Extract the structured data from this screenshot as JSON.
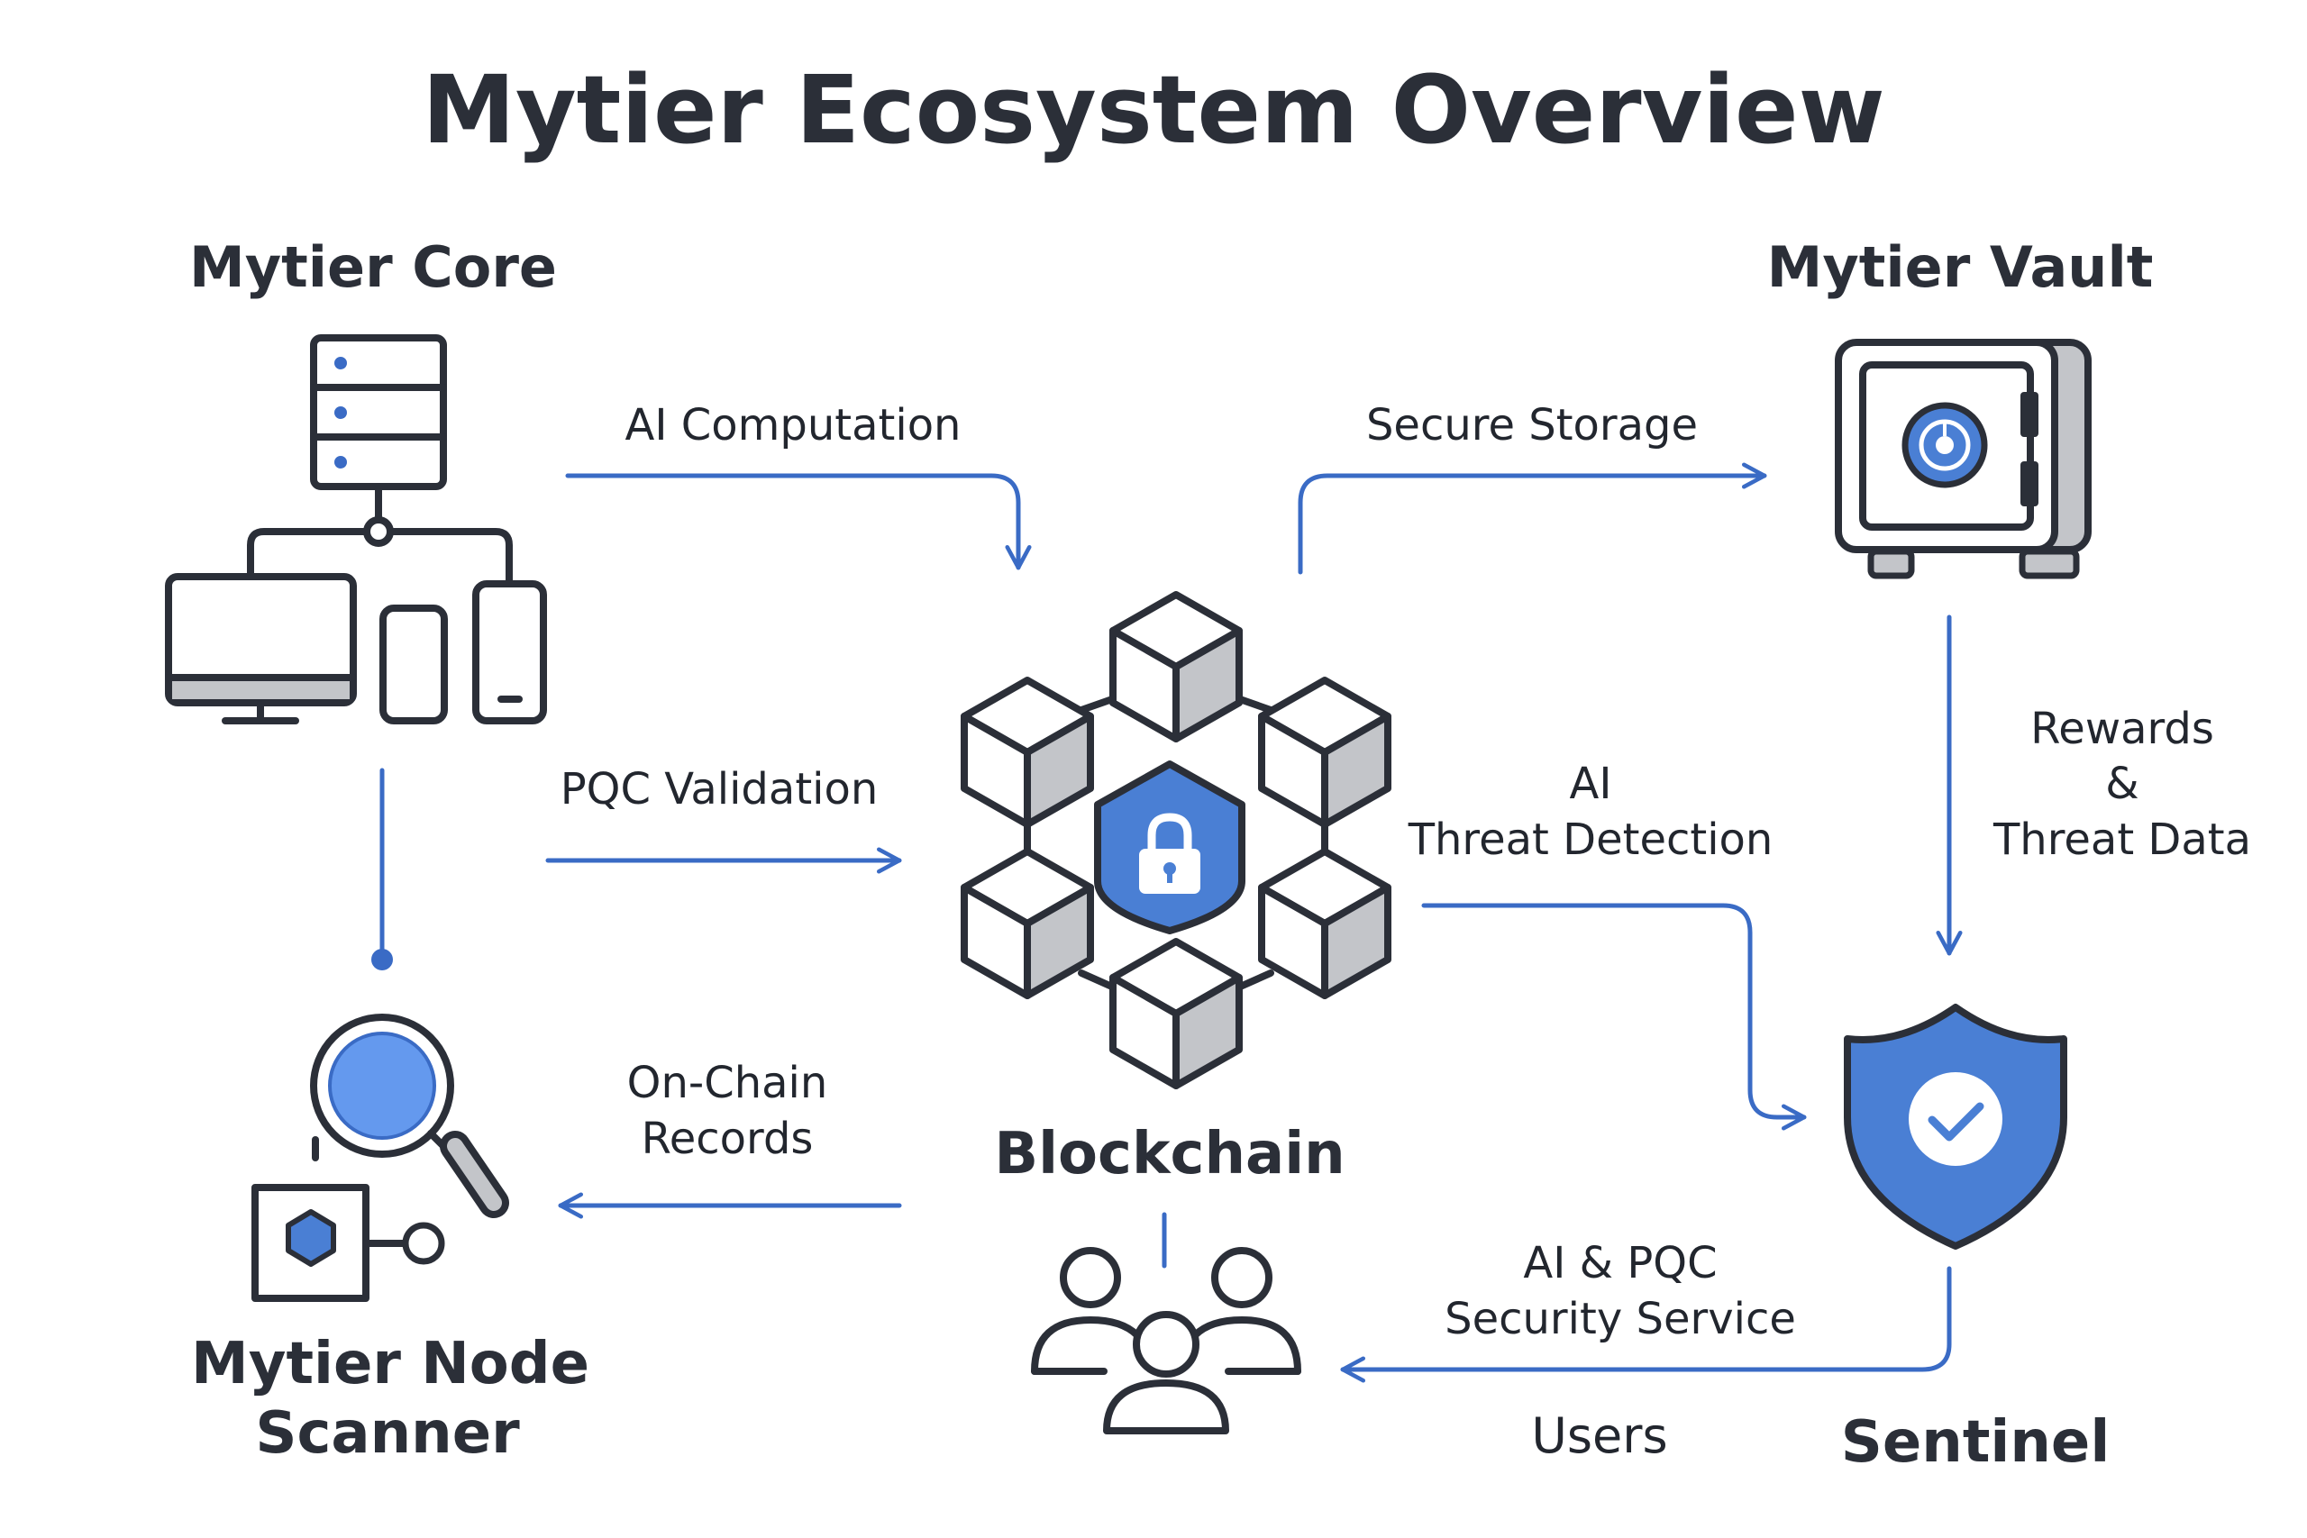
{
  "title": "Mytier Ecosystem Overview",
  "nodes": {
    "core": "Mytier Core",
    "vault": "Mytier Vault",
    "blockchain": "Blockchain",
    "scanner_line1": "Mytier Node",
    "scanner_line2": "Scanner",
    "sentinel": "Sentinel",
    "users": "Users"
  },
  "edges": {
    "ai_computation": "AI Computation",
    "secure_storage": "Secure Storage",
    "pqc_validation": "PQC Validation",
    "threat_line1": "AI",
    "threat_line2": "Threat Detection",
    "rewards_line1": "Rewards",
    "rewards_line2": "&",
    "rewards_line3": "Threat Data",
    "onchain_line1": "On-Chain",
    "onchain_line2": "Records",
    "security_line1": "AI & PQC",
    "security_line2": "Security Service"
  },
  "icons": {
    "core": "server-network-icon",
    "vault": "safe-icon",
    "blockchain": "blockchain-cubes-icon",
    "lock": "lock-shield-icon",
    "scanner": "magnifier-node-icon",
    "sentinel": "shield-check-icon",
    "users": "users-group-icon"
  },
  "colors": {
    "accent": "#3a6bc5",
    "ink": "#2b2f38",
    "fill_gray": "#c3c5c9",
    "fill_blue": "#4a7fd4"
  }
}
